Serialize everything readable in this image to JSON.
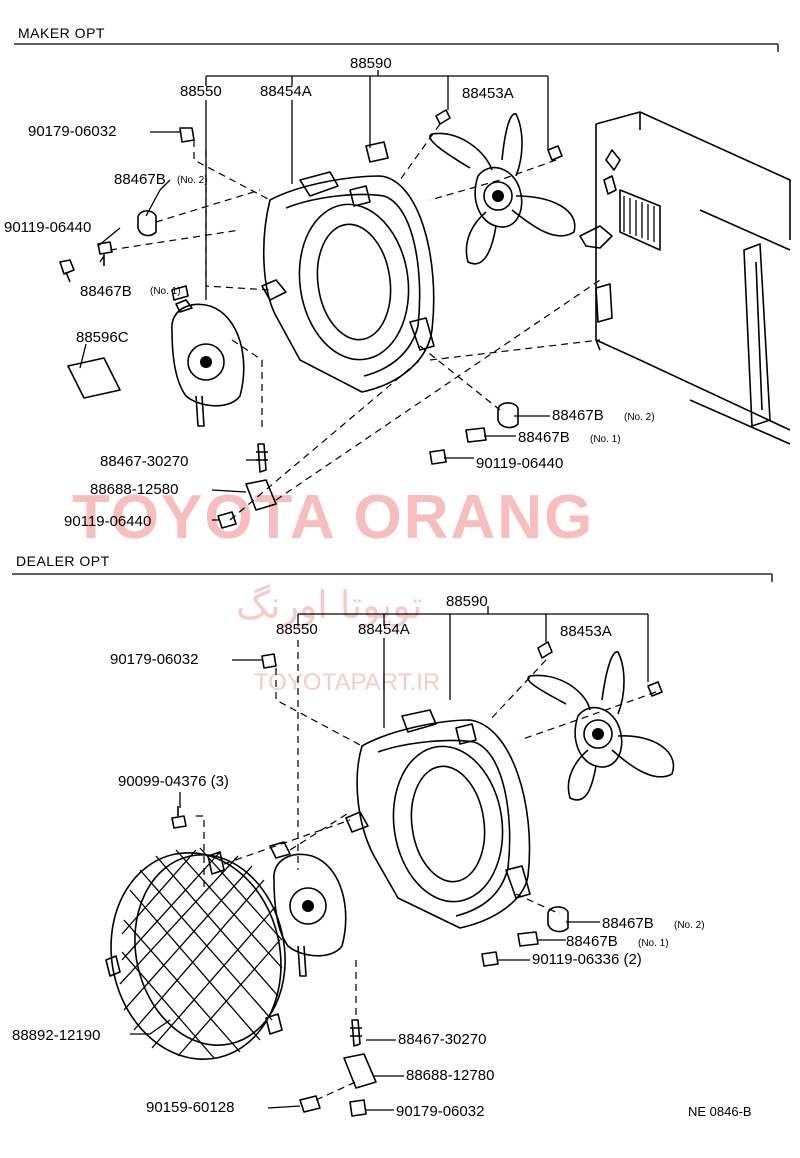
{
  "sections": {
    "maker": "MAKER OPT",
    "dealer": "DEALER OPT"
  },
  "ref_code": "NE 0846-B",
  "watermark": {
    "brand": "TOYOTA ORANG",
    "persian": "تویوتا اورنگ",
    "url": "TOYOTAPART.IR"
  },
  "maker_labels": {
    "p88590": "88590",
    "p88550": "88550",
    "p88454A": "88454A",
    "p88453A": "88453A",
    "p90179": "90179-06032",
    "p88467B_no2_a": "88467B",
    "p88467B_no2_a_note": "(No. 2)",
    "p90119_a": "90119-06440",
    "p88467B_no1_a": "88467B",
    "p88467B_no1_a_note": "(No. 1)",
    "p88596C": "88596C",
    "p88467B_no2_b": "88467B",
    "p88467B_no2_b_note": "(No. 2)",
    "p88467B_no1_b": "88467B",
    "p88467B_no1_b_note": "(No. 1)",
    "p90119_b": "90119-06440",
    "p88467_30270": "88467-30270",
    "p88688_12580": "88688-12580",
    "p90119_c": "90119-06440"
  },
  "dealer_labels": {
    "p88590": "88590",
    "p88550": "88550",
    "p88454A": "88454A",
    "p88453A": "88453A",
    "p90179_a": "90179-06032",
    "p90099": "90099-04376 (3)",
    "p88467B_no2": "88467B",
    "p88467B_no2_note": "(No. 2)",
    "p88467B_no1": "88467B",
    "p88467B_no1_note": "(No. 1)",
    "p90119": "90119-06336 (2)",
    "p88892": "88892-12190",
    "p88467_30270": "88467-30270",
    "p88688_12780": "88688-12780",
    "p90159": "90159-60128",
    "p90179_b": "90179-06032"
  }
}
